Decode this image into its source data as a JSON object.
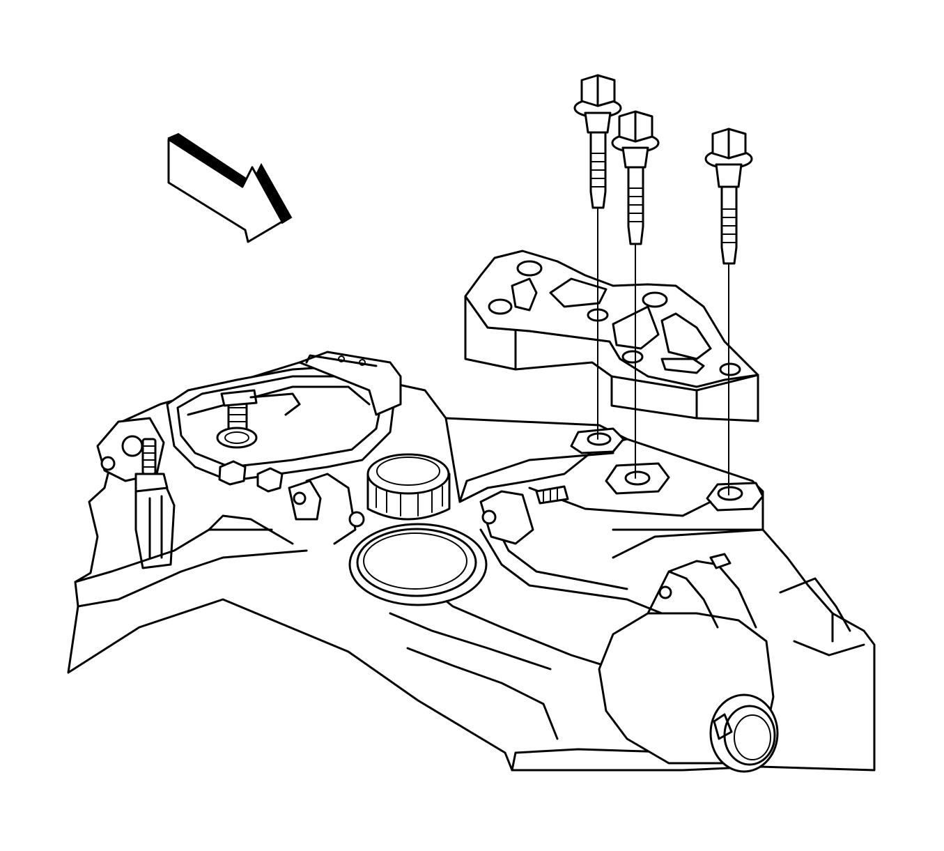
{
  "figure": {
    "kind": "exploded-view line illustration",
    "colors": {
      "line": "#000000",
      "background": "#ffffff"
    },
    "components": [
      {
        "id": "transaxle-housing",
        "icon": "transaxle-housing-icon"
      },
      {
        "id": "mount-bracket",
        "icon": "mount-bracket-icon"
      },
      {
        "id": "bolt-1",
        "icon": "bolt-icon"
      },
      {
        "id": "bolt-2",
        "icon": "bolt-icon"
      },
      {
        "id": "bolt-3",
        "icon": "bolt-icon"
      },
      {
        "id": "range-switch",
        "icon": "range-switch-icon"
      },
      {
        "id": "fill-cap",
        "icon": "fill-cap-icon"
      },
      {
        "id": "view-direction-arrow",
        "icon": "direction-arrow-icon"
      }
    ]
  }
}
